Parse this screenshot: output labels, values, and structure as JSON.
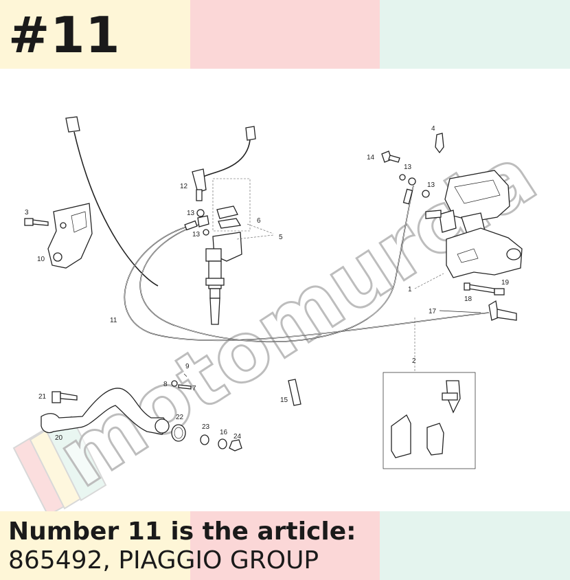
{
  "header": {
    "item_number": "#11"
  },
  "caption": {
    "line1": "Number 11 is the article:",
    "line2": "865492, PIAGGIO GROUP"
  },
  "watermark": {
    "text": "motomurcia"
  },
  "colors": {
    "band_yellow": "#fef6d7",
    "band_pink": "#fbd7d7",
    "band_mint": "#e4f4ee",
    "text": "#1a1a1a"
  },
  "callouts": {
    "c1": "1",
    "c2": "2",
    "c3": "3",
    "c4": "4",
    "c5": "5",
    "c6": "6",
    "c7": "7",
    "c8": "8",
    "c9": "9",
    "c10": "10",
    "c11": "11",
    "c12": "12",
    "c13a": "13",
    "c13b": "13",
    "c13c": "13",
    "c13d": "13",
    "c14": "14",
    "c15": "15",
    "c16": "16",
    "c17": "17",
    "c18": "18",
    "c19": "19",
    "c20": "20",
    "c21": "21",
    "c22": "22",
    "c23": "23",
    "c24": "24"
  }
}
